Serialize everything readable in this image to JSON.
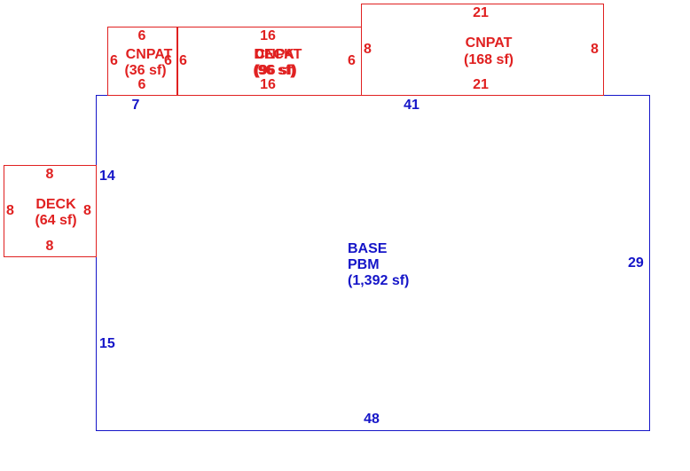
{
  "colors": {
    "addition": "#e02020",
    "base": "#1515c8"
  },
  "sketch": {
    "base": {
      "name_line1": "BASE",
      "name_line2": "PBM",
      "area": "(1,392 sf)",
      "dims": {
        "top": "41",
        "top_left": "7",
        "left_upper": "14",
        "left_lower": "15",
        "right": "29",
        "bottom": "48"
      }
    },
    "cnpat_small": {
      "name": "CNPAT",
      "area": "(36 sf)",
      "dims": {
        "top": "6",
        "bottom": "6",
        "left": "6",
        "right": "6"
      }
    },
    "deck_top": {
      "name": "DECK",
      "area": "(96 sf)",
      "overlay_name": "CNPAT",
      "overlay_area": "(96 sf)",
      "dims": {
        "top": "16",
        "bottom": "16",
        "left": "6",
        "right": "6"
      }
    },
    "cnpat_large": {
      "name": "CNPAT",
      "area": "(168 sf)",
      "dims": {
        "top": "21",
        "bottom": "21",
        "left": "8",
        "right": "8"
      }
    },
    "deck_left": {
      "name": "DECK",
      "area": "(64 sf)",
      "dims": {
        "top": "8",
        "bottom": "8",
        "left": "8",
        "right": "8"
      }
    }
  }
}
